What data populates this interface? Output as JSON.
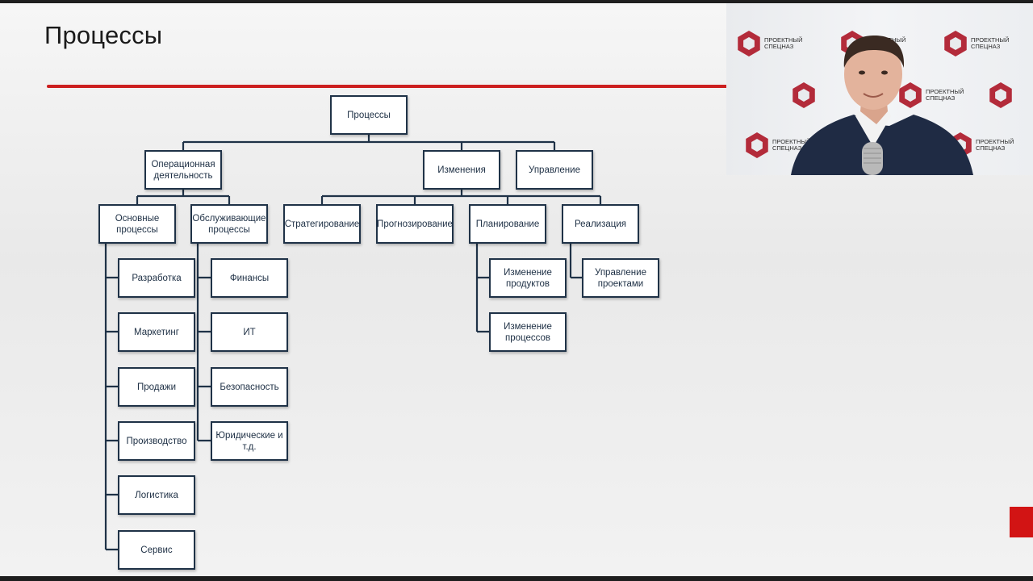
{
  "slide": {
    "title": "Процессы"
  },
  "diagram": {
    "root": "Процессы",
    "operations": "Операционная деятельность",
    "changes": "Изменения",
    "management": "Управление",
    "core": "Основные процессы",
    "support": "Обслуживающие процессы",
    "strategy": "Стратегирование",
    "forecast": "Прогнозирование",
    "planning": "Планирование",
    "execution": "Реализация",
    "core_items": [
      "Разработка",
      "Маркетинг",
      "Продажи",
      "Производство",
      "Логистика",
      "Сервис"
    ],
    "support_items": [
      "Финансы",
      "ИТ",
      "Безопасность",
      "Юридические и т.д."
    ],
    "planning_items": [
      "Изменение продуктов",
      "Изменение процессов"
    ],
    "execution_items": [
      "Управление проектами"
    ]
  },
  "webcam": {
    "logo_text": "ПРОЕКТНЫЙ СПЕЦНАЗ"
  },
  "colors": {
    "accent_red": "#cc1f1f",
    "box_border": "#1f3247",
    "logo_red": "#b32b3a"
  }
}
